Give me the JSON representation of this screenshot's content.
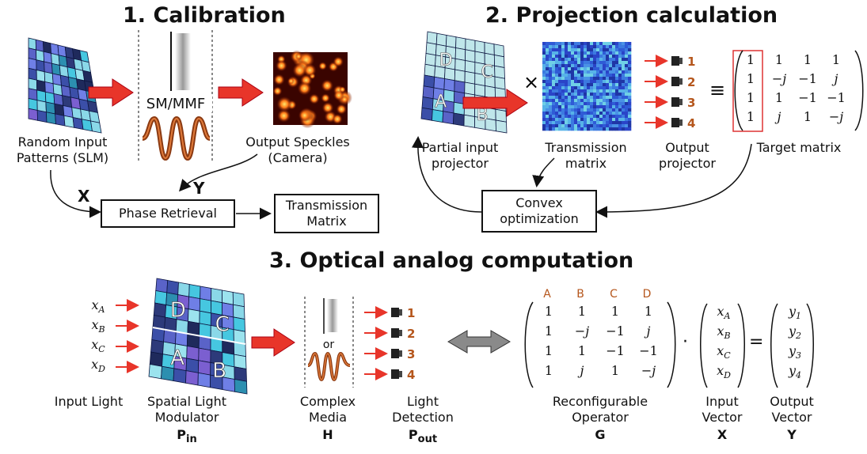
{
  "titles": {
    "calibration": "1. Calibration",
    "projection": "2. Projection calculation",
    "optical": "3. Optical analog computation"
  },
  "calibration": {
    "slm_label": "Random Input\nPatterns (SLM)",
    "fiber_label": "SM/MMF",
    "speckle_label": "Output Speckles\n(Camera)",
    "x_label": "X",
    "y_label": "Y",
    "phase_retrieval": "Phase Retrieval",
    "transmission_matrix": "Transmission\nMatrix"
  },
  "projection": {
    "cells": [
      "D",
      "C",
      "A",
      "B"
    ],
    "times": "×",
    "equiv": "≡",
    "outputs": [
      "1",
      "2",
      "3",
      "4"
    ],
    "target_matrix": [
      [
        "1",
        "1",
        "1",
        "1"
      ],
      [
        "1",
        "−j",
        "−1",
        "j"
      ],
      [
        "1",
        "1",
        "−1",
        "−1"
      ],
      [
        "1",
        "j",
        "1",
        "−j"
      ]
    ],
    "partial_input_label": "Partial input\nprojector",
    "transmission_label": "Transmission\nmatrix",
    "output_projector_label": "Output\nprojector",
    "target_matrix_label": "Target matrix",
    "convex": "Convex\noptimization"
  },
  "optical": {
    "inputs": [
      "x_A",
      "x_B",
      "x_C",
      "x_D"
    ],
    "cells": [
      "D",
      "C",
      "A",
      "B"
    ],
    "or_label": "or",
    "outputs": [
      "1",
      "2",
      "3",
      "4"
    ],
    "col_headers": [
      "A",
      "B",
      "C",
      "D"
    ],
    "operator_matrix": [
      [
        "1",
        "1",
        "1",
        "1"
      ],
      [
        "1",
        "−j",
        "−1",
        "j"
      ],
      [
        "1",
        "1",
        "−1",
        "−1"
      ],
      [
        "1",
        "j",
        "1",
        "−j"
      ]
    ],
    "dot": "·",
    "equals": "=",
    "input_vector": [
      "x_A",
      "x_B",
      "x_C",
      "x_D"
    ],
    "output_vector": [
      "y_1",
      "y_2",
      "y_3",
      "y_4"
    ],
    "labels": {
      "input_light": "Input Light",
      "slm": "Spatial Light\nModulator",
      "slm_sym": "P",
      "slm_sub": "in",
      "complex_media": "Complex\nMedia",
      "complex_sym": "H",
      "light_detection": "Light\nDetection",
      "detect_sym": "P",
      "detect_sub": "out",
      "operator": "Reconfigurable\nOperator",
      "operator_sym": "G",
      "input_vector": "Input\nVector",
      "input_sym": "X",
      "output_vector": "Output\nVector",
      "output_sym": "Y"
    }
  },
  "colors": {
    "arrow_red": "#e8352a",
    "number_orange": "#b5561c",
    "matrix_box": "#d33",
    "coil": "#8b3a12",
    "double_arrow": "#888888"
  }
}
